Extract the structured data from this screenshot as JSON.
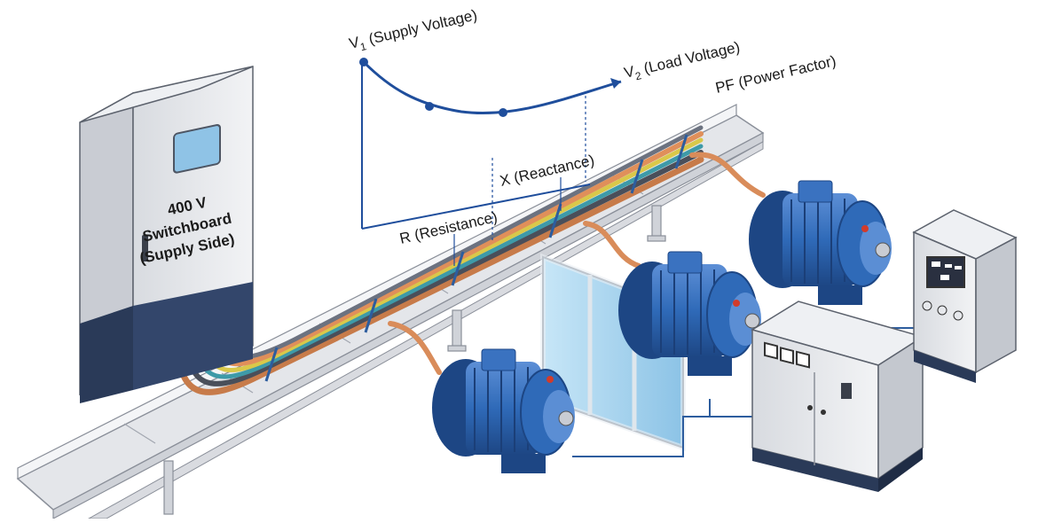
{
  "switchboard": {
    "line1": "400 V",
    "line2": "Switchboard",
    "line3": "(Supply Side)"
  },
  "labels": {
    "v1_main": "V",
    "v1_sub": "1",
    "v1_text": " (Supply Voltage)",
    "v2_main": "V",
    "v2_sub": "2",
    "v2_text": " (Load Voltage)",
    "pf": "PF (Power Factor)",
    "resistance": "R (Resistance)",
    "reactance": "X (Reactance)"
  },
  "colors": {
    "curve": "#1f4e9c",
    "motor_blue": "#2f6ab8",
    "cabinet_grey": "#e6e8ec",
    "cabinet_base": "#2a3a58",
    "tray": "#e4e6ea",
    "copper": "#d98c5a",
    "glass": "#a9d4ef"
  },
  "icons": [
    "motor-icon",
    "switchboard-icon",
    "control-panel-icon",
    "display-icon"
  ]
}
